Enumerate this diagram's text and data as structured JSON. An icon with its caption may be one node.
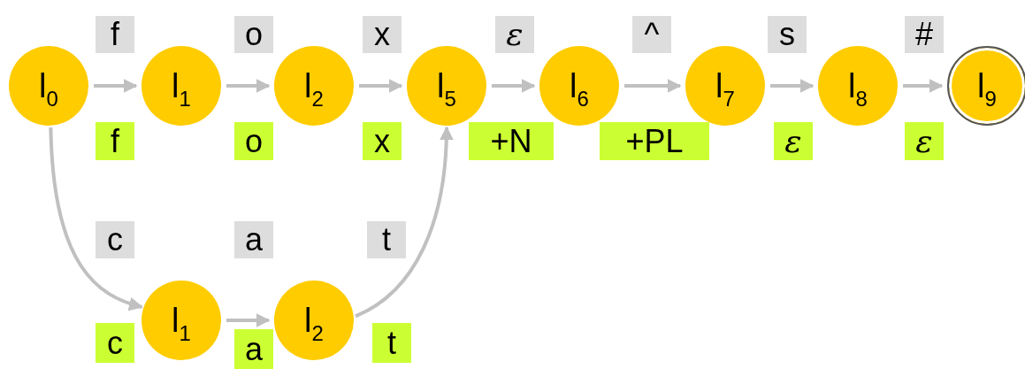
{
  "diagram": {
    "nodes": [
      {
        "text": [
          "l$_{0}$"
        ]
      },
      {
        "text": [
          "l$_{1}$"
        ]
      },
      {
        "text": [
          "l$_{2}$"
        ]
      },
      {
        "text": [
          "l$_{5}$"
        ]
      },
      {
        "text": [
          "l$_{6}$"
        ]
      },
      {
        "text": [
          "l$_{7}$"
        ]
      },
      {
        "text": [
          "l$_{8}$"
        ]
      },
      {
        "text": [
          "l$_{9}$"
        ]
      },
      {
        "text": [
          "l$_{1}$"
        ]
      },
      {
        "text": [
          "l$_{2}$"
        ]
      }
    ],
    "edges": [
      {
        "from": 0,
        "to": 1,
        "arrow": "to"
      },
      {
        "from": 1,
        "to": 2,
        "arrow": "to"
      },
      {
        "from": 2,
        "to": 3,
        "arrow": "to"
      },
      {
        "from": 3,
        "to": 4,
        "arrow": "to"
      },
      {
        "from": 4,
        "to": 5,
        "arrow": "to"
      },
      {
        "from": 5,
        "to": 6,
        "arrow": "to"
      },
      {
        "from": 6,
        "to": 7,
        "arrow": "to"
      },
      {
        "from": 0,
        "to": 8,
        "arrow": "to"
      },
      {
        "from": 8,
        "to": 9,
        "arrow": "to"
      },
      {
        "from": 9,
        "to": 3,
        "arrow": "to"
      }
    ],
    "labels": [
      "f",
      "o",
      "x",
      "ε",
      "^",
      "s",
      "#",
      "f",
      "o",
      "x",
      "+N",
      "+PL",
      "ε",
      "ε",
      "c",
      "a",
      "t",
      "c",
      "a",
      "t"
    ]
  }
}
